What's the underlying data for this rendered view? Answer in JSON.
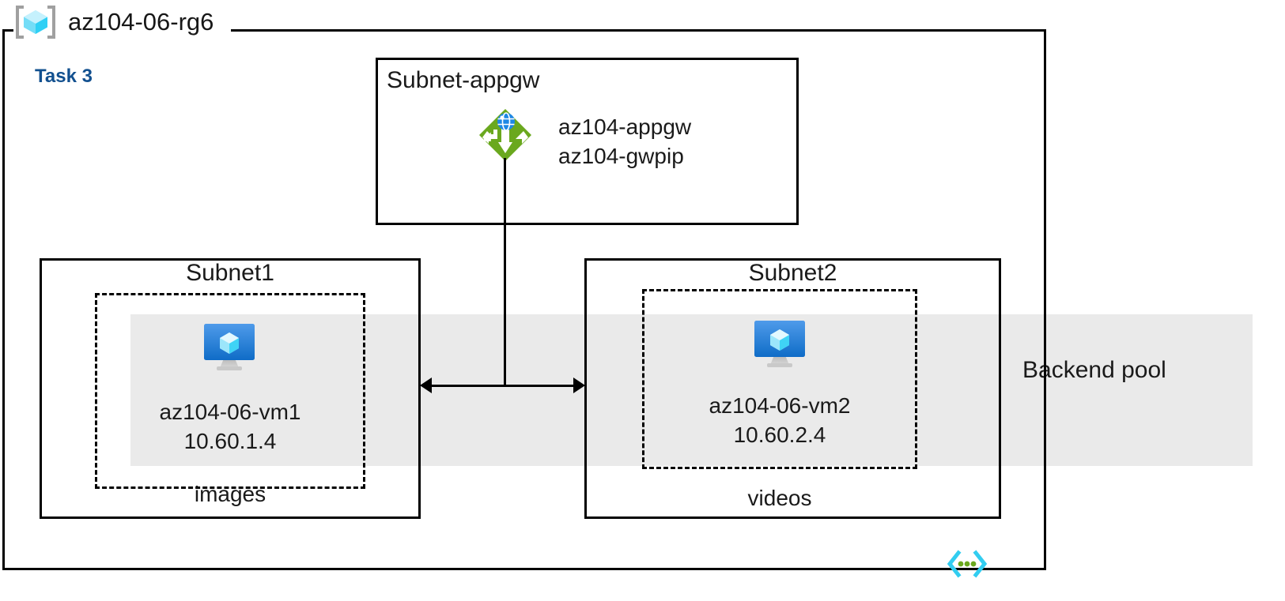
{
  "diagram": {
    "resource_group": {
      "name": "az104-06-rg6",
      "icon": "resource-group-cube-icon"
    },
    "task": {
      "label": "Task 3",
      "color": "#12508f"
    },
    "backend_pool": {
      "label": "Backend pool",
      "band_color": "#eaeaea"
    },
    "vnet_icon": "virtual-network-icon",
    "appgw_subnet": {
      "title": "Subnet-appgw",
      "icon": "application-gateway-icon",
      "resources": [
        "az104-appgw",
        "az104-gwpip"
      ]
    },
    "subnets": [
      {
        "title": "Subnet1",
        "vm_icon": "virtual-machine-icon",
        "vm_name": "az104-06-vm1",
        "vm_ip": "10.60.1.4",
        "storage_label": "images"
      },
      {
        "title": "Subnet2",
        "vm_icon": "virtual-machine-icon",
        "vm_name": "az104-06-vm2",
        "vm_ip": "10.60.2.4",
        "storage_label": "videos"
      }
    ],
    "connectors": {
      "gateway_to_vms": "vertical-line",
      "vm1_to_vm2": "double-headed-arrow"
    }
  }
}
